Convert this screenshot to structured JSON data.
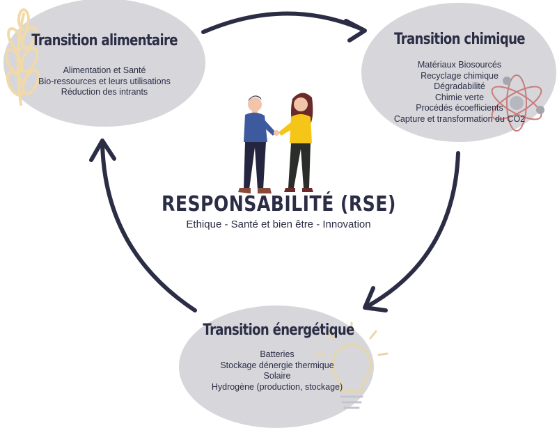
{
  "diagram": {
    "center": {
      "title": "RESPONSABILITÉ (RSE)",
      "subtitle": "Ethique - Santé et bien être - Innovation"
    },
    "nodes": [
      {
        "id": "alimentaire",
        "title": "Transition alimentaire",
        "items": [
          "Alimentation et Santé",
          "Bio-ressources et leurs utilisations",
          "Réduction des intrants"
        ],
        "icon": "wheat-icon"
      },
      {
        "id": "chimique",
        "title": "Transition chimique",
        "items": [
          "Matériaux Biosourcés",
          "Recyclage chimique",
          "Dégradabilité",
          "Chimie verte",
          "Procédés écoefficients",
          "Capture et transformation du CO2"
        ],
        "icon": "atom-icon"
      },
      {
        "id": "energetique",
        "title": "Transition énergétique",
        "items": [
          "Batteries",
          "Stockage dénergie thermique",
          "Solaire",
          "Hydrogène (production, stockage)"
        ],
        "icon": "lightbulb-icon"
      }
    ],
    "cycle_arrows": [
      {
        "from": "alimentaire",
        "to": "chimique"
      },
      {
        "from": "chimique",
        "to": "energetique"
      },
      {
        "from": "energetique",
        "to": "alimentaire"
      }
    ],
    "illustration": "handshake-people-icon",
    "colors": {
      "ellipse": "#d6d6db",
      "text": "#2b2d45",
      "arrow": "#2b2d45",
      "wheat": "#f2d9a8",
      "atom": "#c97b7b",
      "bulb": "#e9d6a6",
      "man_jacket": "#3d5a9e",
      "woman_top": "#f5c518"
    }
  }
}
